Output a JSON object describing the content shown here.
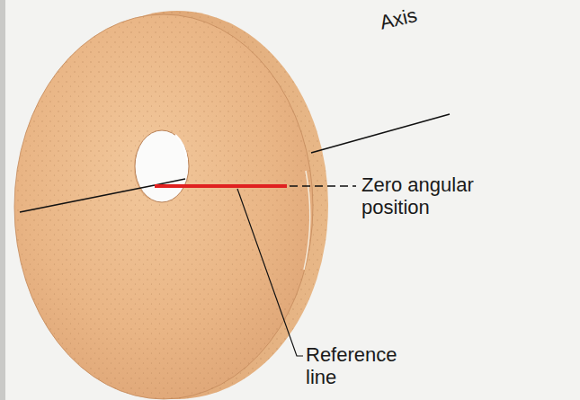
{
  "diagram": {
    "labels": [
      "Axis",
      "Zero angular position",
      "Reference line"
    ]
  }
}
